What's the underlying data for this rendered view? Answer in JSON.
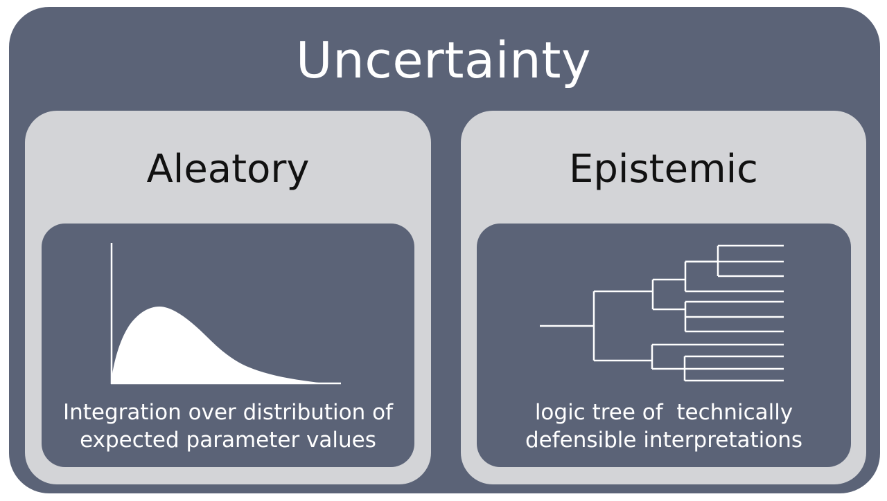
{
  "title": "Uncertainty",
  "colors": {
    "dark": "#5b6377",
    "light": "#d3d4d7",
    "text_dark": "#111111",
    "text_light": "#ffffff"
  },
  "cards": [
    {
      "title": "Aleatory",
      "figure": "probability-distribution-curve",
      "caption_lines": [
        "Integration over distribution of",
        "expected parameter values"
      ]
    },
    {
      "title": "Epistemic",
      "figure": "logic-tree",
      "caption_lines": [
        "logic tree of  technically",
        "defensible interpretations"
      ]
    }
  ]
}
